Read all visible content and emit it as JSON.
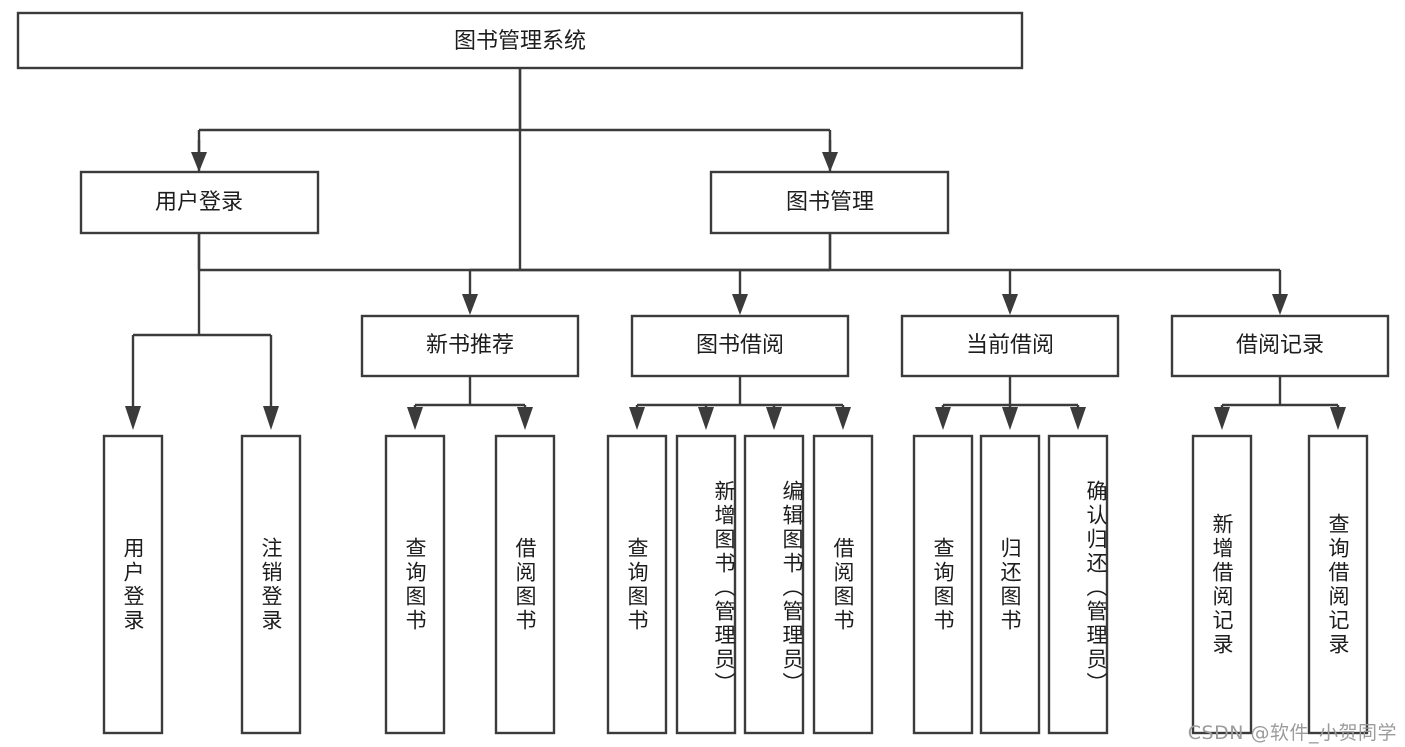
{
  "diagram": {
    "type": "tree",
    "title": "图书管理系统",
    "watermark": "CSDN @软件_小贺同学",
    "colors": {
      "stroke": "#3b3b3b",
      "box_fill": "#ffffff",
      "text": "#1d1d1d",
      "background": "#ffffff",
      "watermark": "#9c9c9c"
    },
    "levels": {
      "root": "图书管理系统",
      "level2": [
        "用户登录",
        "图书管理"
      ],
      "level3": [
        "新书推荐",
        "图书借阅",
        "当前借阅",
        "借阅记录"
      ]
    },
    "nodes": {
      "root": {
        "label": "图书管理系统",
        "orientation": "horizontal"
      },
      "user_login": {
        "label": "用户登录",
        "orientation": "horizontal"
      },
      "book_manage": {
        "label": "图书管理",
        "orientation": "horizontal"
      },
      "new_book_rec": {
        "label": "新书推荐",
        "orientation": "horizontal"
      },
      "book_borrow": {
        "label": "图书借阅",
        "orientation": "horizontal"
      },
      "current_borrow": {
        "label": "当前借阅",
        "orientation": "horizontal"
      },
      "borrow_record": {
        "label": "借阅记录",
        "orientation": "horizontal"
      }
    },
    "leaves": [
      {
        "id": "leaf-user-login",
        "label": "用户登录",
        "parent": "用户登录"
      },
      {
        "id": "leaf-logout",
        "label": "注销登录",
        "parent": "用户登录"
      },
      {
        "id": "leaf-query-book-rec",
        "label": "查询图书",
        "parent": "新书推荐"
      },
      {
        "id": "leaf-borrow-book-rec",
        "label": "借阅图书",
        "parent": "新书推荐"
      },
      {
        "id": "leaf-query-book-borrow",
        "label": "查询图书",
        "parent": "图书借阅"
      },
      {
        "id": "leaf-add-book",
        "label": "新增图书（管理员）",
        "parent": "图书借阅"
      },
      {
        "id": "leaf-edit-book",
        "label": "编辑图书（管理员）",
        "parent": "图书借阅"
      },
      {
        "id": "leaf-borrow-book",
        "label": "借阅图书",
        "parent": "图书借阅"
      },
      {
        "id": "leaf-query-book-current",
        "label": "查询图书",
        "parent": "当前借阅"
      },
      {
        "id": "leaf-return-book",
        "label": "归还图书",
        "parent": "当前借阅"
      },
      {
        "id": "leaf-confirm-return",
        "label": "确认归还（管理员）",
        "parent": "当前借阅"
      },
      {
        "id": "leaf-add-record",
        "label": "新增借阅记录",
        "parent": "借阅记录"
      },
      {
        "id": "leaf-query-record",
        "label": "查询借阅记录",
        "parent": "借阅记录"
      }
    ]
  }
}
